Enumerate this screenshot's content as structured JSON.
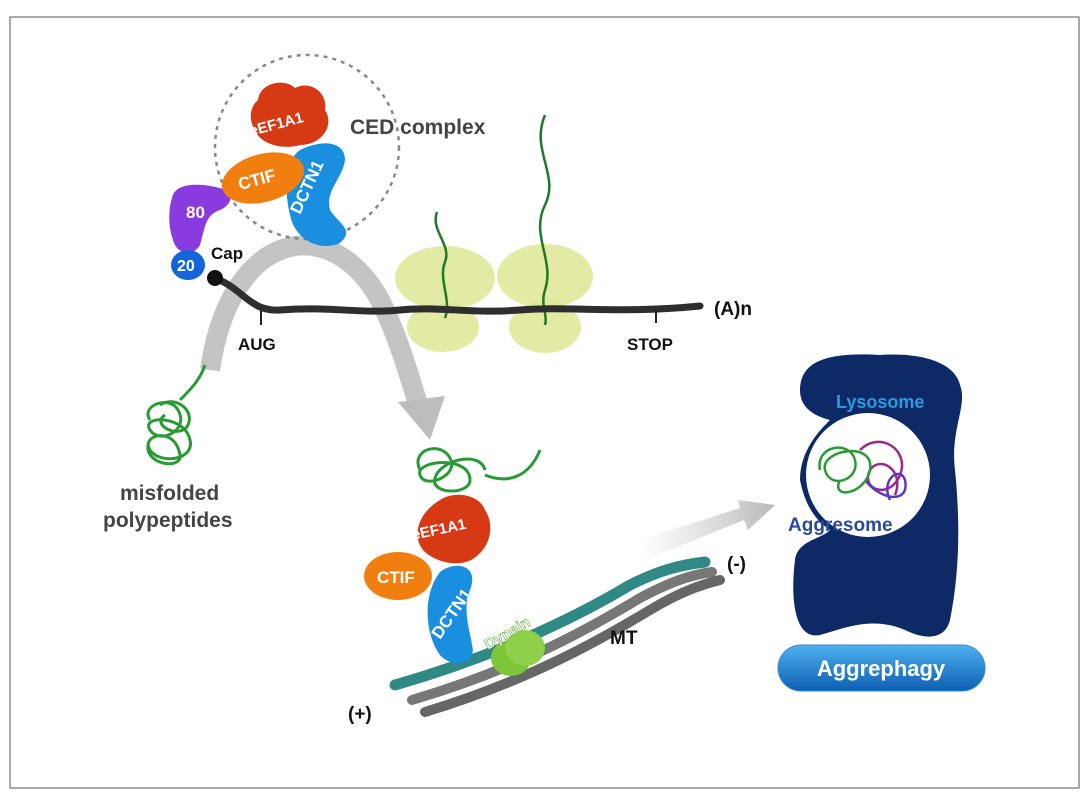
{
  "labels": {
    "ced_complex": "CED complex",
    "eef1a1": "eEF1A1",
    "ctif": "CTIF",
    "dctn1": "DCTN1",
    "cbp80": "80",
    "cbp20": "20",
    "cap": "Cap",
    "aug": "AUG",
    "stop": "STOP",
    "polya": "(A)n",
    "misfolded_1": "misfolded",
    "misfolded_2": "polypeptides",
    "dynein": "Dynein",
    "mt": "MT",
    "plus_end": "(+)",
    "minus_end": "(-)",
    "lysosome": "Lysosome",
    "aggresome": "Aggresome",
    "aggrephagy": "Aggrephagy"
  },
  "colors": {
    "eef1a1": "#d63a14",
    "ctif": "#f07f10",
    "dctn1": "#1a8fe0",
    "cbp80": "#8a3be0",
    "cbp20": "#1466d8",
    "ribosome": "#dfe89a",
    "polypeptide": "#2a9a35",
    "lysosome": "#0d2a66",
    "aggrephagy": "#1a7fd0",
    "microtubule": "#2f8a86"
  }
}
